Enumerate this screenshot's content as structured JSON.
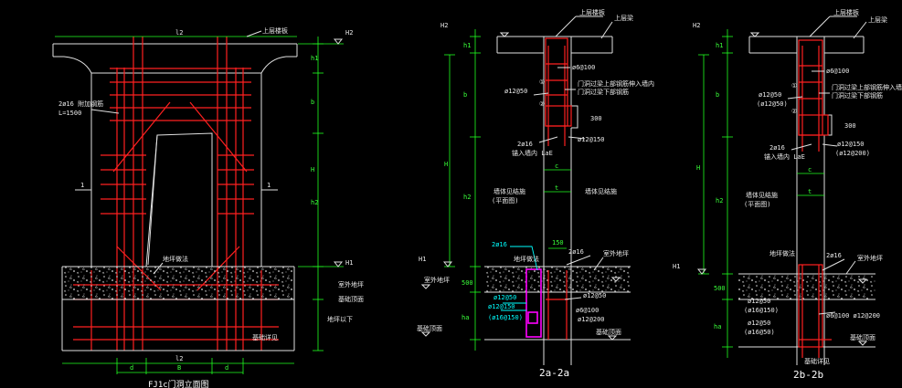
{
  "colors": {
    "background": "#000000",
    "outline": "#e0e0e0",
    "rebar": "#ff2020",
    "dimension": "#20ff20",
    "highlight": "#ff00ff",
    "cyan_note": "#00ffff"
  },
  "elevation": {
    "top_span": "l2",
    "bottom_span": "l2",
    "label_H2": "H2",
    "label_H1": "H1",
    "label_h1": "h1",
    "label_b": "b",
    "label_H": "H",
    "label_h2": "h2",
    "label_B": "B",
    "label_d_left": "d",
    "label_d_right": "d",
    "section_mark_left": "1",
    "section_mark_right": "1",
    "corner_note_top": "上层楼板",
    "rebar_note_line1": "2ø16 附加钢筋",
    "rebar_note_line2": "L=1500",
    "ground_note": "地坪做法",
    "right_note_1": "室外地坪",
    "right_note_2": "基础顶面",
    "right_note_3": "地坪以下",
    "bottom_note": "基础详见",
    "title": "FJ1c门洞立面图"
  },
  "section_a": {
    "title": "2a-2a",
    "label_H2": "H2",
    "label_H1": "H1",
    "label_h1": "h1",
    "label_b": "b",
    "label_H": "H",
    "label_h2": "h2",
    "label_c": "c",
    "label_t": "t",
    "circle_1": "①",
    "circle_2": "②",
    "top_label_1": "上层楼板",
    "top_label_2": "上层梁",
    "stirrup_1": "ø6@100",
    "stirrup_2": "ø12@50",
    "stirrup_3": "ø12@150",
    "lintel_note_1": "门洞过梁上部钢筋伸入墙内",
    "lintel_note_2": "门洞过梁下部钢筋",
    "bar_note": "2ø16",
    "anchor_note": "锚入墙内 LaE",
    "dim_300": "300",
    "dim_150": "150",
    "wall_note_left": "墙体见结施",
    "wall_note_left_2": "(平面图)",
    "wall_note_right": "墙体见结施",
    "cyan_note": "2ø16",
    "bar_right_1": "2ø16",
    "bar_right_2": "ø12@50",
    "bar_right_3": "ø6@100",
    "bar_right_4": "ø12@200",
    "bar_left_1": "ø12@50",
    "bar_left_2": "ø12@150",
    "bar_left_3": "(ø16@150)",
    "ground_note": "地坪做法",
    "right_note_1": "室外地坪",
    "right_note_2": "基础顶面",
    "left_note_1": "室外地坪",
    "left_note_2": "基础顶面",
    "left_dim_1": "500",
    "left_dim_2": "ha"
  },
  "section_b": {
    "title": "2b-2b",
    "label_H2": "H2",
    "label_H1": "H1",
    "label_h1": "h1",
    "label_b": "b",
    "label_H": "H",
    "label_h2": "h2",
    "label_c": "c",
    "label_t": "t",
    "circle_1": "①",
    "circle_2": "②",
    "top_label_1": "上层楼板",
    "top_label_2": "上层梁",
    "stirrup_1": "ø6@100",
    "stirrup_2": "ø12@50",
    "stirrup_3": "(ø12@50)",
    "lintel_note_1": "门洞过梁上部钢筋伸入墙内",
    "lintel_note_2": "门洞过梁下部钢筋",
    "bar_note": "2ø16",
    "anchor_note": "锚入墙内 LaE",
    "dim_300": "300",
    "stirrup_4": "ø12@150",
    "stirrup_5": "(ø12@200)",
    "wall_note": "墙体见结施",
    "wall_note_2": "(平面图)",
    "ground_label": "2ø16",
    "ground_note": "地坪做法",
    "left_dim_1": "500",
    "left_dim_2": "ha",
    "right_note_1": "室外地坪",
    "right_note_2": "基础顶面",
    "bar_right_1": "ø6@100 ø12@200",
    "bar_left_1": "ø12@50",
    "bar_left_2": "(ø16@150)",
    "bar_left_3": "ø12@50",
    "bar_left_4": "(ø16@50)",
    "bottom_note": "基础详见"
  }
}
